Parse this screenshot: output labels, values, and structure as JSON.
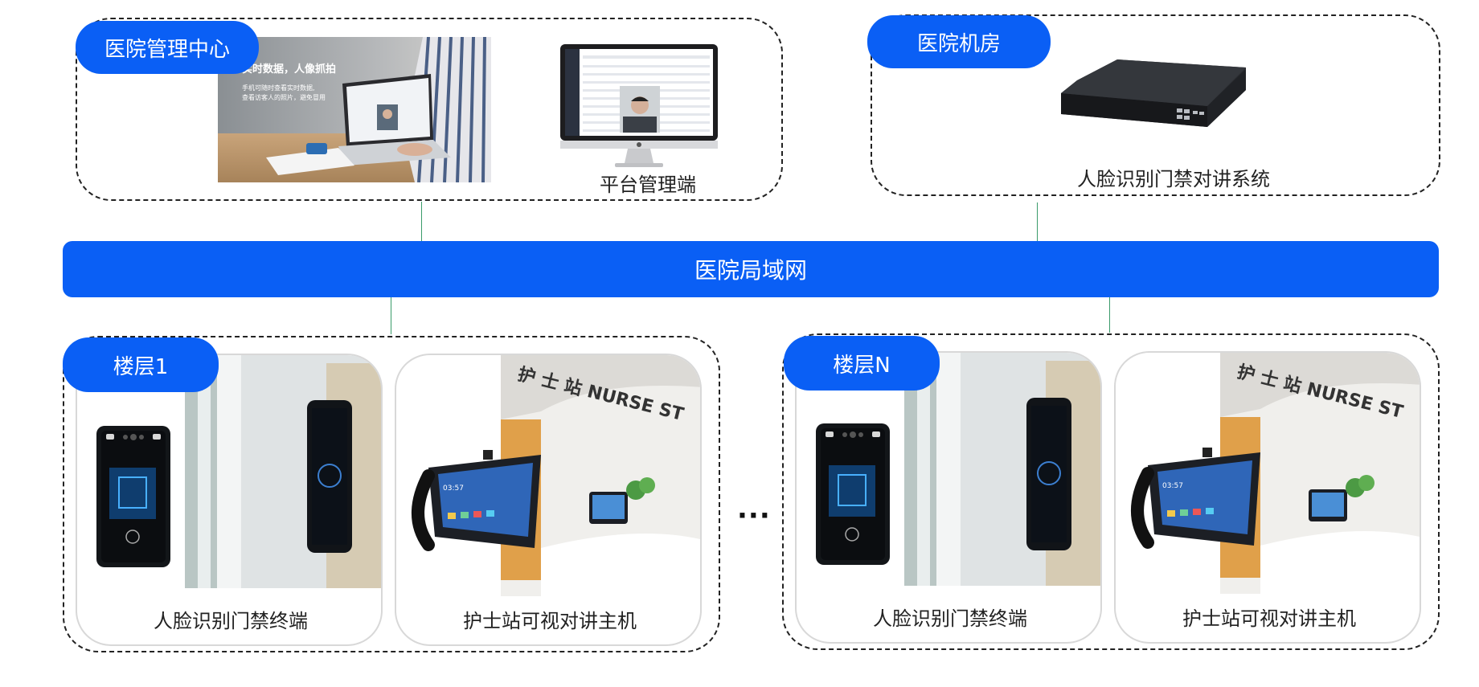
{
  "top_left_group": {
    "label": "医院管理中心",
    "photo_headline": "实时数据，人像抓拍",
    "photo_subtext_1": "手机可随时查看实时数据,",
    "photo_subtext_2": "查看访客人的照片，避免冒用",
    "monitor_caption": "平台管理端"
  },
  "top_right_group": {
    "label": "医院机房",
    "device_caption": "人脸识别门禁对讲系统"
  },
  "network": {
    "label": "医院局域网"
  },
  "floor_1": {
    "label": "楼层1",
    "terminal_caption": "人脸识别门禁终端",
    "nurse_caption": "护士站可视对讲主机"
  },
  "floor_n": {
    "label": "楼层N",
    "terminal_caption": "人脸识别门禁终端",
    "nurse_caption": "护士站可视对讲主机"
  },
  "ellipsis": "···",
  "nurse_station_sign": "护 士 站  NURSE ST",
  "tablet_time": "03:57",
  "colors": {
    "accent": "#0a5ff5",
    "connector": "#3a9b6a"
  }
}
